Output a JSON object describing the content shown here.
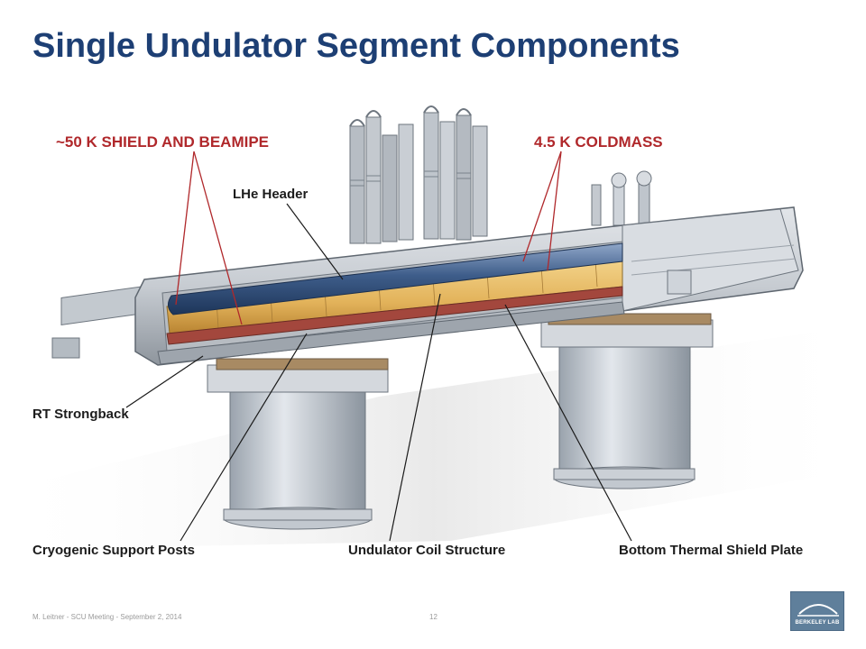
{
  "slide": {
    "title": "Single Undulator Segment Components",
    "footer_left": "M. Leitner - SCU Meeting - September 2, 2014",
    "page_number": "12"
  },
  "labels": {
    "shield": "~50 K SHIELD AND BEAMIPE",
    "coldmass": "4.5 K COLDMASS",
    "lhe_header": "LHe Header",
    "rt_strongback": "RT Strongback",
    "cryo_posts": "Cryogenic Support Posts",
    "coil_structure": "Undulator Coil Structure",
    "bottom_plate": "Bottom Thermal Shield Plate"
  },
  "logo": {
    "text": "BERKELEY LAB"
  },
  "colors": {
    "title": "#1d3f74",
    "callout_red": "#b0282b",
    "coldmass_gold": "#e6b85c",
    "header_blue": "#3f5f8c",
    "vessel_gray": "#c9ced4"
  }
}
